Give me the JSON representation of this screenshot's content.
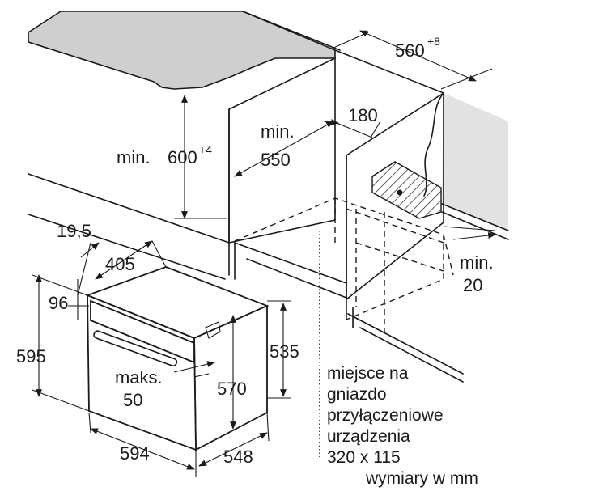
{
  "dimensions": {
    "width_main": "560",
    "width_tol": "+8",
    "height_main": "600",
    "height_tol": "+4",
    "min_prefix": "min.",
    "niche_depth": "550",
    "wall_gap": "180",
    "bottom_gap_value": "20",
    "front_offset": "19,5",
    "panel_depth": "405",
    "top_gap": "96",
    "total_height": "595",
    "inner_height": "570",
    "body_height": "535",
    "maks_label": "maks.",
    "maks_value": "50",
    "front_width": "594",
    "body_depth": "548"
  },
  "connection_note": {
    "line1": "miejsce na",
    "line2": "gniazdo",
    "line3": "przyłączeniowe",
    "line4": "urządzenia",
    "line5": "320 x 115"
  },
  "units_note": "wymiary w mm"
}
